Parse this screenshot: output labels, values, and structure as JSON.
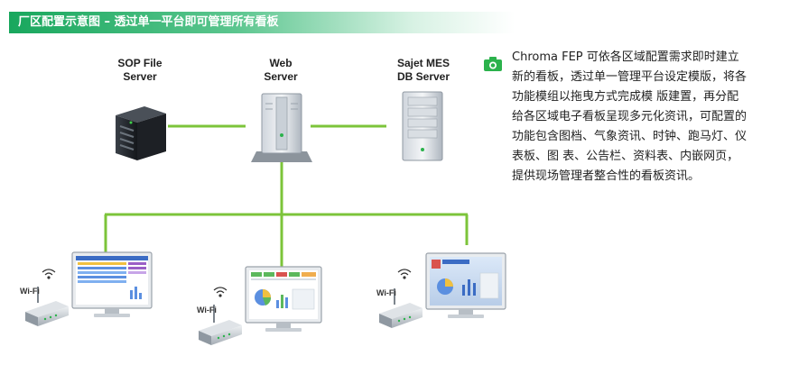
{
  "header": {
    "title": "厂区配置示意图 – 透过单一平台即可管理所有看板"
  },
  "servers": [
    {
      "line1": "SOP File",
      "line2": "Server"
    },
    {
      "line1": "Web",
      "line2": "Server"
    },
    {
      "line1": "Sajet MES",
      "line2": "DB Server"
    }
  ],
  "wifi_label": "Wi-Fi",
  "description": "Chroma FEP 可依各区域配置需求即时建立新的看板，透过单一管理平台设定模版，将各功能模组以拖曳方式完成模 版建置，再分配给各区域电子看板呈现多元化资讯，可配置的功能包含图档、气象资讯、时钟、跑马灯、仪表板、图 表、公告栏、资料表、内嵌网页，提供现场管理者整合性的看板资讯。",
  "colors": {
    "accent": "#18a75d",
    "link_line": "#7cc43a",
    "description_icon": "#2bb24c"
  },
  "icons": [
    "camera-icon",
    "server-icon",
    "monitor-icon",
    "wifi-router-icon",
    "wifi-signal-icon"
  ]
}
